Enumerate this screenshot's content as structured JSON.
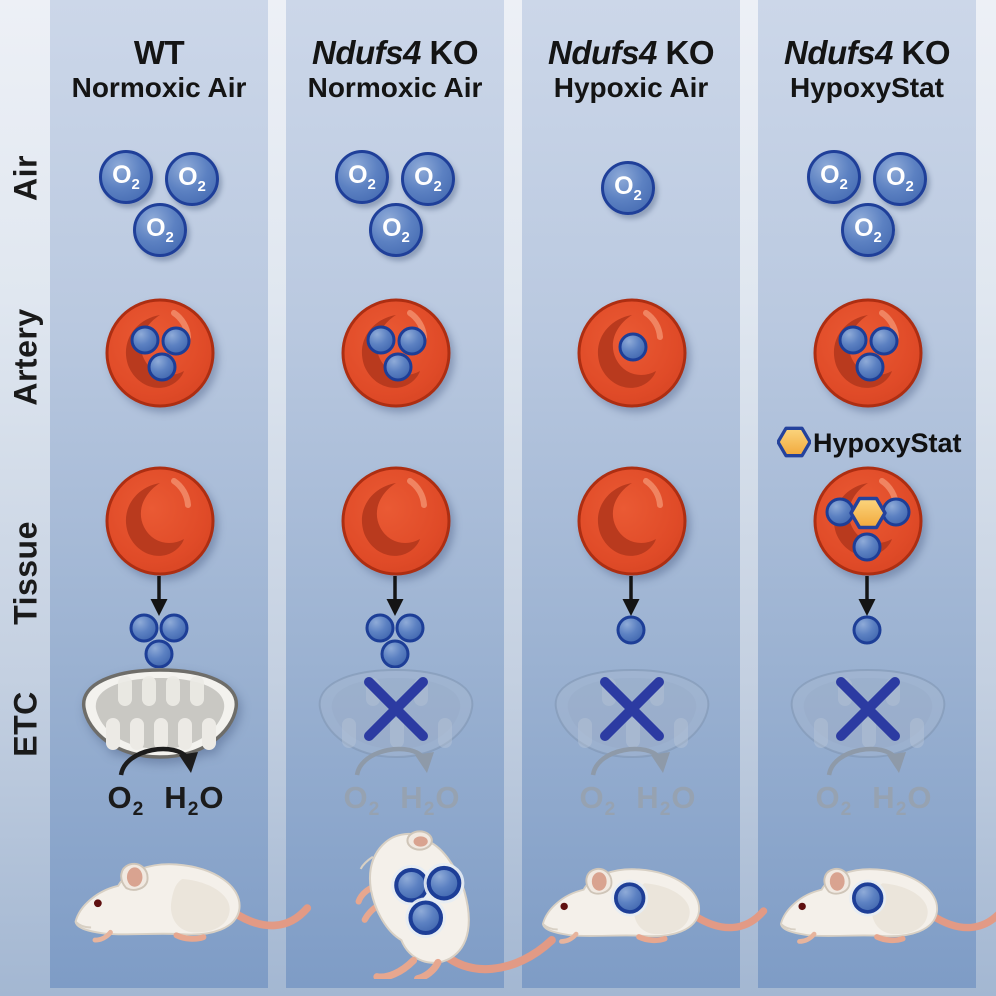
{
  "figure": {
    "row_labels": [
      {
        "label": "Air"
      },
      {
        "label": "Artery"
      },
      {
        "label": "Tissue"
      },
      {
        "label": "ETC"
      }
    ],
    "columns": [
      {
        "title_em": "",
        "title_main": "WT",
        "subtitle": "Normoxic Air",
        "air_o2_count": 3,
        "artery_o2_count": 3,
        "tissue_o2_released": 3,
        "etc_functional": true,
        "hypoxystat_bound": false,
        "mouse_pose": "healthy",
        "mouse_o2_dots": 0
      },
      {
        "title_em": "Ndufs4",
        "title_main": " KO",
        "subtitle": "Normoxic Air",
        "air_o2_count": 3,
        "artery_o2_count": 3,
        "tissue_o2_released": 3,
        "etc_functional": false,
        "hypoxystat_bound": false,
        "mouse_pose": "moribund",
        "mouse_o2_dots": 3
      },
      {
        "title_em": "Ndufs4",
        "title_main": " KO",
        "subtitle": "Hypoxic Air",
        "air_o2_count": 1,
        "artery_o2_count": 1,
        "tissue_o2_released": 1,
        "etc_functional": false,
        "hypoxystat_bound": false,
        "mouse_pose": "healthy",
        "mouse_o2_dots": 1
      },
      {
        "title_em": "Ndufs4",
        "title_main": " KO",
        "subtitle": "HypoxyStat",
        "air_o2_count": 3,
        "artery_o2_count": 3,
        "tissue_o2_released": 1,
        "etc_functional": false,
        "hypoxystat_bound": true,
        "mouse_pose": "healthy",
        "mouse_o2_dots": 1
      }
    ],
    "molecule": {
      "symbol": "O",
      "subscript": "2"
    },
    "reaction": {
      "substrate": "O",
      "substrate_sub": "2",
      "product_h": "H",
      "product_sub": "2",
      "product_o": "O"
    },
    "hypoxystat_label": "HypoxyStat",
    "colors": {
      "o2_blue": "#4a70b6",
      "o2_ring": "#1d3e97",
      "rbc_red": "#e04b28",
      "rbc_shade": "#b93a1e",
      "hexagon_gold": "#f5b945",
      "x_navy": "#2c3ba2",
      "faded_gray": "#96a2b1",
      "text_black": "#1a1a1a",
      "panel_blue_top": "#ccd7e9",
      "panel_blue_bottom": "#7e9cc6"
    }
  }
}
